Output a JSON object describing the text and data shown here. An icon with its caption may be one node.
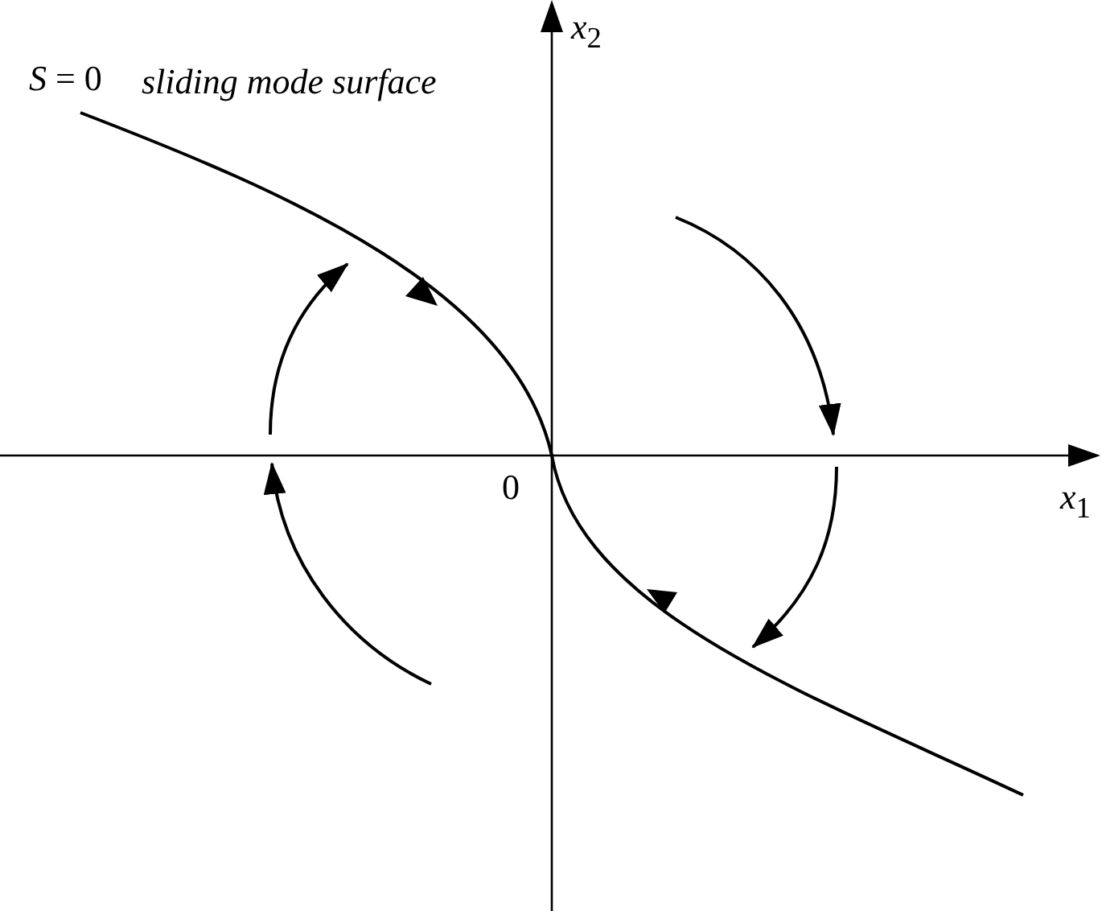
{
  "diagram": {
    "labels": [
      "*S* = 0",
      "sliding mode surface",
      "*x*$_{2}$",
      "0",
      "*x*$_{1}$"
    ]
  }
}
